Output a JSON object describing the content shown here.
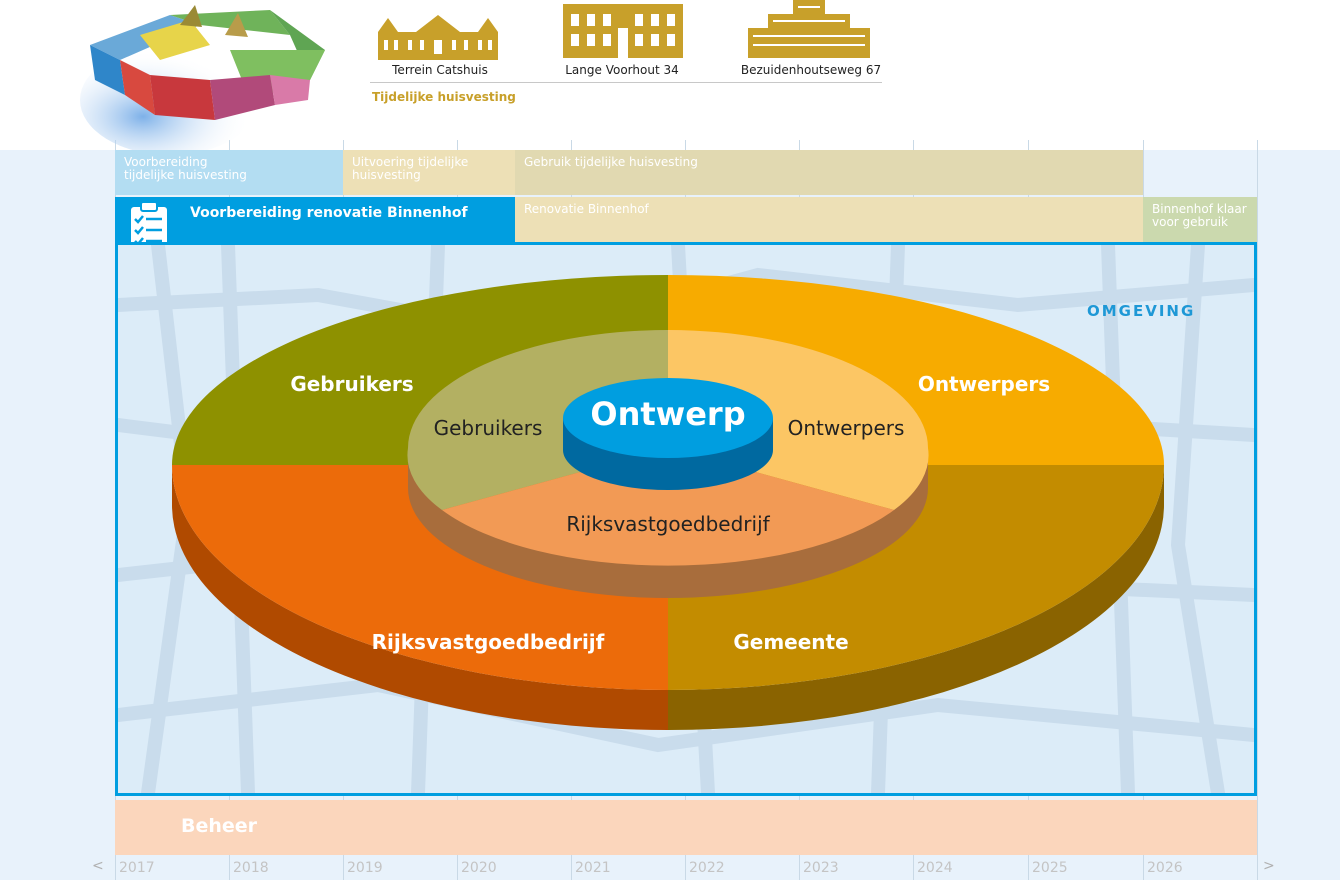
{
  "header": {
    "buildings": [
      {
        "label": "Terrein Catshuis"
      },
      {
        "label": "Lange Voorhout 34"
      },
      {
        "label": "Bezuidenhoutseweg 67"
      }
    ],
    "temporary_housing_label": "Tijdelijke huisvesting"
  },
  "timeline": {
    "voorbereiding": "Voorbereiding tijdelijke huisvesting",
    "uitvoering": "Uitvoering tijdelijke huisvesting",
    "gebruik": "Gebruik tijdelijke huisvesting",
    "renovatie_prep": "Voorbereiding renovatie Binnenhof",
    "renovatie": "Renovatie Binnenhof",
    "klaar": "Binnenhof klaar voor gebruik",
    "beheer": "Beheer",
    "years": [
      "2017",
      "2018",
      "2019",
      "2020",
      "2021",
      "2022",
      "2023",
      "2024",
      "2025",
      "2026"
    ],
    "prev_arrow": "<",
    "next_arrow": ">"
  },
  "diagram": {
    "environment_label": "OMGEVING",
    "outer": {
      "top_left": "Gebruikers",
      "top_right": "Ontwerpers",
      "bottom_left": "Rijksvastgoedbedrijf",
      "bottom_right": "Gemeente"
    },
    "inner": {
      "left": "Gebruikers",
      "right": "Ontwerpers",
      "bottom": "Rijksvastgoedbedrijf"
    },
    "core": "Ontwerp",
    "colors": {
      "olive": "#8e9100",
      "orange_yellow": "#f7ab00",
      "orange": "#ec6b0a",
      "ochre": "#c38c00",
      "blue": "#009ee0"
    }
  }
}
